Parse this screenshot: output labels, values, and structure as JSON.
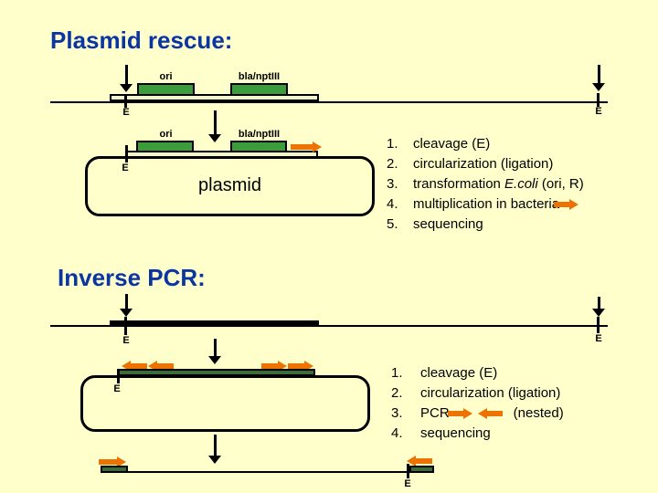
{
  "colors": {
    "background": "#FFFFCC",
    "title_blue": "#0A35A3",
    "gene_green": "#3C9C3C",
    "arrow_orange": "#EE7202"
  },
  "titles": {
    "rescue": "Plasmid rescue:",
    "inverse": "Inverse PCR:"
  },
  "labels": {
    "ori": "ori",
    "marker": "bla/nptIII",
    "site": "E",
    "plasmid": "plasmid"
  },
  "steps1": {
    "n1": "1.",
    "t1": "cleavage (E)",
    "n2": "2.",
    "t2": "circularization (ligation)",
    "n3": "3.",
    "t3a": "transformation ",
    "t3b": "E.coli",
    "t3c": " (ori, R)",
    "n4": "4.",
    "t4": "multiplication in bacteria",
    "n5": "5.",
    "t5": "sequencing"
  },
  "steps2": {
    "n1": "1.",
    "t1": "cleavage (E)",
    "n2": "2.",
    "t2": "circularization (ligation)",
    "n3": "3.",
    "t3a": "PCR",
    "t3b": "(nested)",
    "n4": "4.",
    "t4": "sequencing"
  }
}
